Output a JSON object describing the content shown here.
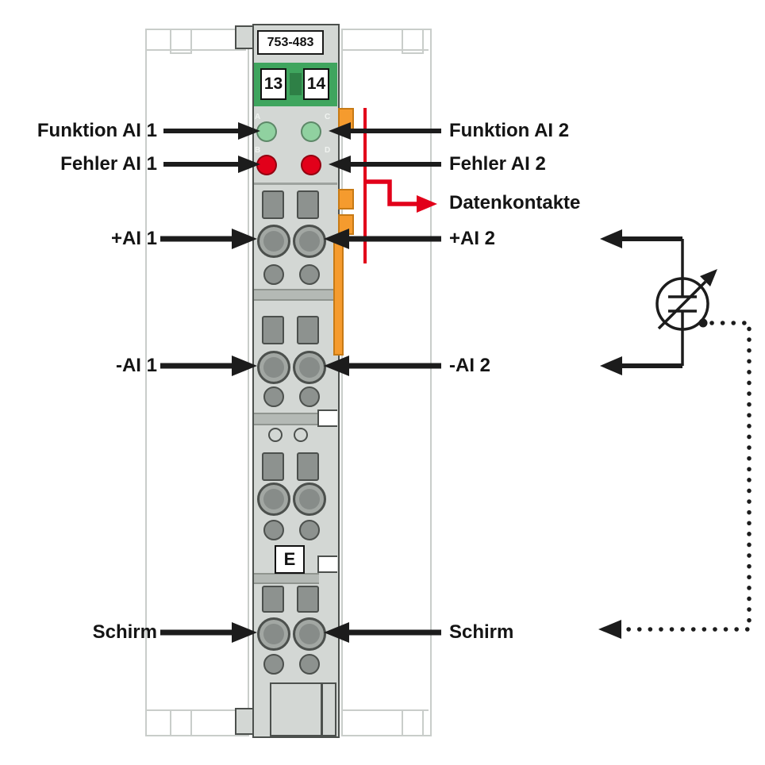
{
  "module": {
    "id": "753-483",
    "terminal_left": "13",
    "terminal_right": "14",
    "led_labels": {
      "a": "A",
      "b": "B",
      "c": "C",
      "d": "D"
    },
    "earth_terminal": "E"
  },
  "annotations": {
    "left": {
      "funktion_ai_1": "Funktion AI 1",
      "fehler_ai_1": "Fehler AI 1",
      "plus_ai_1": "+AI 1",
      "minus_ai_1": "-AI 1",
      "schirm": "Schirm"
    },
    "right": {
      "funktion_ai_2": "Funktion AI 2",
      "fehler_ai_2": "Fehler AI 2",
      "datenkontakte": "Datenkontakte",
      "plus_ai_2": "+AI 2",
      "minus_ai_2": "-AI 2",
      "schirm": "Schirm"
    }
  },
  "colors": {
    "body_gray": "#d3d7d4",
    "terminal_gray": "#8d928f",
    "connector_green": "#3fa55e",
    "connector_green_dark": "#2e8046",
    "led_green": "#90d1a0",
    "led_red": "#e2001a",
    "contact_orange": "#f59b2e",
    "line_red": "#e2001a",
    "arrow_black": "#1c1c1c",
    "ghost_gray": "#c9cdca"
  }
}
